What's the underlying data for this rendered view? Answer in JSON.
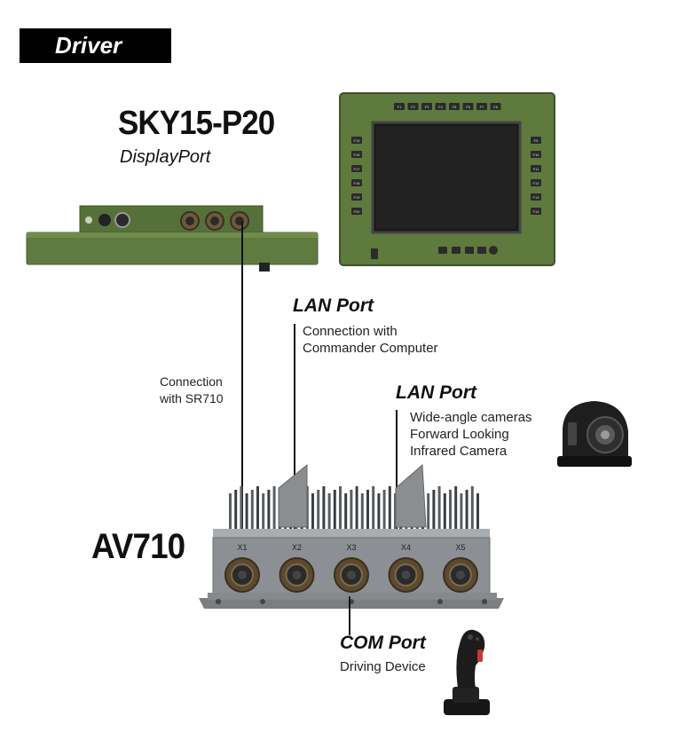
{
  "header": {
    "badge": "Driver"
  },
  "display": {
    "model": "SKY15-P20",
    "interface": "DisplayPort",
    "fkeys_top": [
      "F1",
      "F2",
      "F3",
      "F4",
      "F5",
      "F6",
      "F7",
      "F8"
    ],
    "fkeys_left": [
      "F15",
      "F16",
      "F17",
      "F18",
      "F19",
      "F20"
    ],
    "fkeys_right": [
      "F9",
      "F10",
      "F11",
      "F12",
      "F13",
      "F14"
    ]
  },
  "connection_sr": {
    "line1": "Connection",
    "line2": "with SR710"
  },
  "lan1": {
    "title": "LAN Port",
    "line1": "Connection with",
    "line2": "Commander Computer"
  },
  "lan2": {
    "title": "LAN Port",
    "line1": "Wide-angle cameras",
    "line2": "Forward Looking",
    "line3": "Infrared Camera"
  },
  "computer": {
    "model": "AV710",
    "ports": [
      "X1",
      "X2",
      "X3",
      "X4",
      "X5"
    ]
  },
  "com": {
    "title": "COM Port",
    "line1": "Driving Device"
  },
  "colors": {
    "military_green": "#5e7a3c",
    "chassis_gray": "#8e9296",
    "badge_bg": "#000000"
  }
}
